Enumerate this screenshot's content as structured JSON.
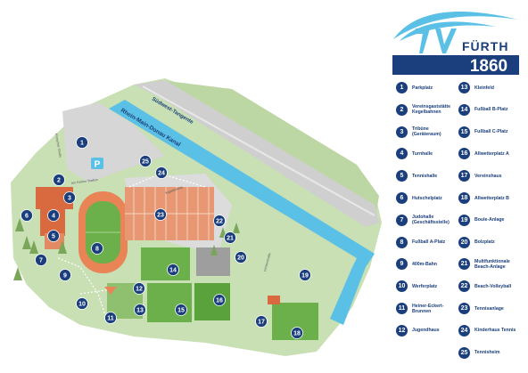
{
  "logo": {
    "text_word": "FÜRTH",
    "text_year": "1860"
  },
  "streets": {
    "canal": "Rhein-Main-Donau Kanal",
    "road": "Südwest-Tangente",
    "minor1": "Kronacher Straße",
    "minor2": "Am Fürther Stadion",
    "minor3": "Kapellenweg",
    "minor4": "Fichtenstraße"
  },
  "parking_symbol": "P",
  "legend": [
    {
      "num": "1",
      "label": "Parkplatz"
    },
    {
      "num": "2",
      "label": "Vereinsgaststätte\nKegelbahnen"
    },
    {
      "num": "3",
      "label": "Tribüne\n(Geräteraum)"
    },
    {
      "num": "4",
      "label": "Turnhalle"
    },
    {
      "num": "5",
      "label": "Tennishalle"
    },
    {
      "num": "6",
      "label": "Hutschelplatz"
    },
    {
      "num": "7",
      "label": "Judohalle\n(Geschäftsstelle)"
    },
    {
      "num": "8",
      "label": "Fußball A-Platz"
    },
    {
      "num": "9",
      "label": "400m-Bahn"
    },
    {
      "num": "10",
      "label": "Werferplatz"
    },
    {
      "num": "11",
      "label": "Heiner-Eckert-\nBrunnen"
    },
    {
      "num": "12",
      "label": "Jugendhaus"
    },
    {
      "num": "13",
      "label": "Kleinfeld"
    },
    {
      "num": "14",
      "label": "Fußball B-Platz"
    },
    {
      "num": "15",
      "label": "Fußball C-Platz"
    },
    {
      "num": "16",
      "label": "Allwetterplatz A"
    },
    {
      "num": "17",
      "label": "Vereinshaus"
    },
    {
      "num": "18",
      "label": "Allwetterplatz B"
    },
    {
      "num": "19",
      "label": "Boule-Anlage"
    },
    {
      "num": "20",
      "label": "Bolzplatz"
    },
    {
      "num": "21",
      "label": "Multifunktionale\nBeach-Anlage"
    },
    {
      "num": "22",
      "label": "Beach-Volleyball"
    },
    {
      "num": "23",
      "label": "Tennisanlage"
    },
    {
      "num": "24",
      "label": "Kinderhaus Tennis"
    },
    {
      "num": "25",
      "label": "Tennisheim"
    }
  ],
  "markers": [
    "1",
    "2",
    "3",
    "4",
    "5",
    "6",
    "7",
    "8",
    "9",
    "10",
    "11",
    "12",
    "13",
    "14",
    "15",
    "16",
    "17",
    "18",
    "19",
    "20",
    "21",
    "22",
    "23",
    "24",
    "25"
  ],
  "colors": {
    "marker": "#1b3f7c",
    "canal": "#5bc0e6",
    "grass": "#c9dfb4",
    "field": "#6bb04a",
    "tennis": "#e79873",
    "building": "#d9693f",
    "road": "#cfcfcf"
  }
}
